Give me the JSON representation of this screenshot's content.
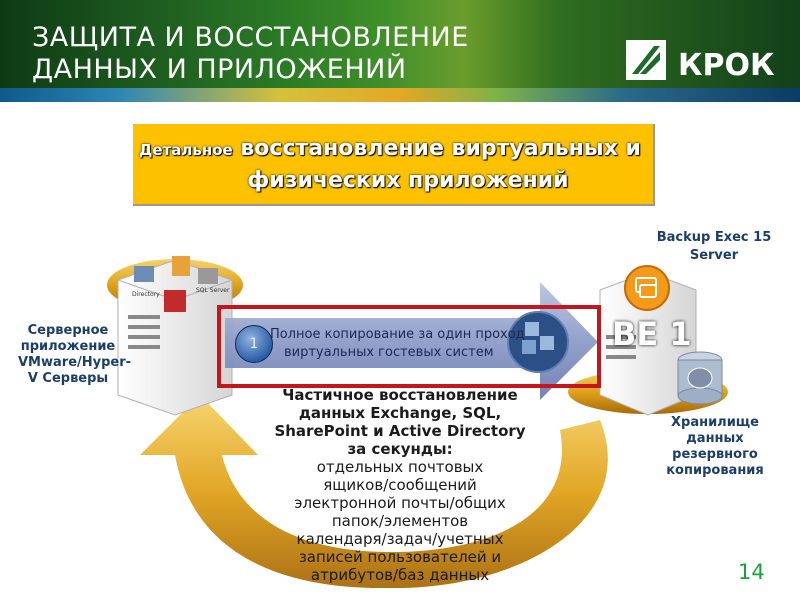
{
  "header": {
    "title_line1": "ЗАЩИТА И ВОССТАНОВЛЕНИЕ",
    "title_line2": "ДАННЫХ И ПРИЛОЖЕНИЙ",
    "logo_text": "КРОК"
  },
  "banner": {
    "line1_small": "Детальное",
    "line1_main": "восстановление виртуальных и",
    "line2": "физических приложений"
  },
  "left_server": {
    "label": "Серверное приложение VMware/Hyper-V Серверы",
    "icons": [
      "Directory",
      "SQL Server"
    ]
  },
  "backup_server": {
    "label_line1": "Backup Exec 15",
    "label_line2": "Server",
    "badge": "BE 1"
  },
  "storage": {
    "label": "Хранилище данных резервного копирования"
  },
  "arrow": {
    "step": "1",
    "text_line1": "Полное копирование за один проход",
    "text_line2": "виртуальных гостевых систем"
  },
  "center": {
    "bold_lines": [
      "Частичное восстановление",
      "данных Exchange, SQL,",
      "SharePoint и Active Directory",
      "за секунды:"
    ],
    "lines": [
      "отдельных почтовых",
      "ящиков/сообщений",
      "электронной почты/общих",
      "папок/элементов",
      "календаря/задач/учетных",
      "записей пользователей и",
      "атрибутов/баз данных"
    ]
  },
  "page_number": "14",
  "colors": {
    "accent_yellow": "#fdc100",
    "frame_red": "#c4161c",
    "label_blue": "#1b3e6a",
    "page_green": "#1aa23a"
  }
}
